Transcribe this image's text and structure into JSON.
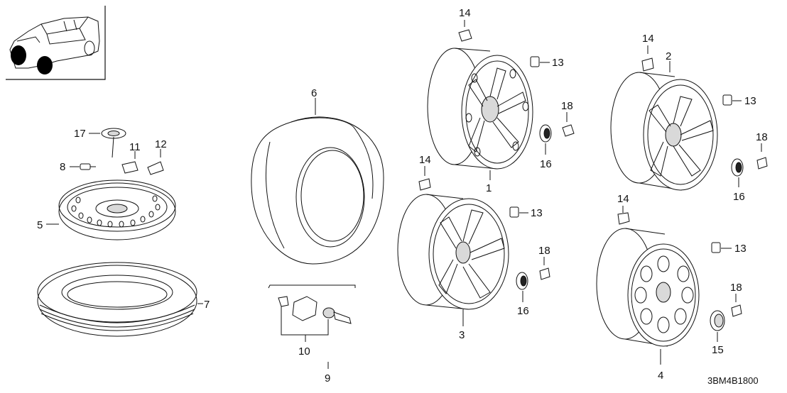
{
  "diagram_code": "3BM4B1800",
  "labels": {
    "l1": "1",
    "l2": "2",
    "l3": "3",
    "l4": "4",
    "l5": "5",
    "l6": "6",
    "l7": "7",
    "l8": "8",
    "l9": "9",
    "l10": "10",
    "l11": "11",
    "l12": "12",
    "l13a": "13",
    "l13b": "13",
    "l13c": "13",
    "l13d": "13",
    "l14a": "14",
    "l14b": "14",
    "l14c": "14",
    "l14d": "14",
    "l15": "15",
    "l16a": "16",
    "l16b": "16",
    "l16c": "16",
    "l17": "17",
    "l18a": "18",
    "l18b": "18",
    "l18c": "18",
    "l18d": "18"
  },
  "icons": [
    "vehicle-thumbnail-icon",
    "wheel-icon",
    "tire-icon",
    "spare-wheel-icon",
    "tpms-sensor-icon",
    "balance-weight-icon",
    "center-cap-icon",
    "lug-nut-icon"
  ]
}
